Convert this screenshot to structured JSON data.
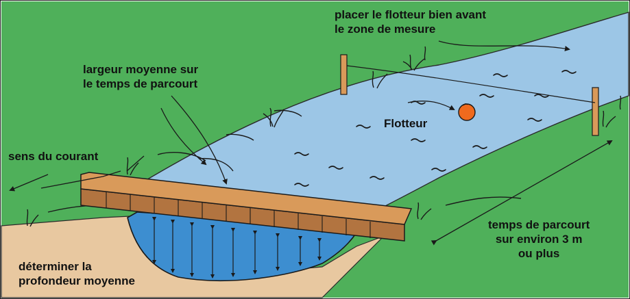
{
  "labels": {
    "float_placement": [
      "placer le flotteur bien avant",
      "le zone de mesure"
    ],
    "average_width": [
      "largeur moyenne sur",
      "le temps de parcourt"
    ],
    "float": "Flotteur",
    "current_direction": "sens du courant",
    "travel_time": [
      "temps de parcourt",
      "sur  environ 3 m",
      "ou plus"
    ],
    "average_depth": [
      "déterminer la",
      "profondeur moyenne"
    ]
  },
  "colors": {
    "grass": "#4fb05a",
    "water": "#9cc6e6",
    "water_section": "#3d8ed0",
    "soil": "#e8c8a0",
    "plank": "#d99a5a",
    "plank_shade": "#b27440",
    "float": "#ef6a1e",
    "outline": "#1a1a1a"
  },
  "icons": {
    "float": "orange-float-ball-icon",
    "stake": "wooden-stake-icon",
    "arrow": "arrow-icon"
  }
}
